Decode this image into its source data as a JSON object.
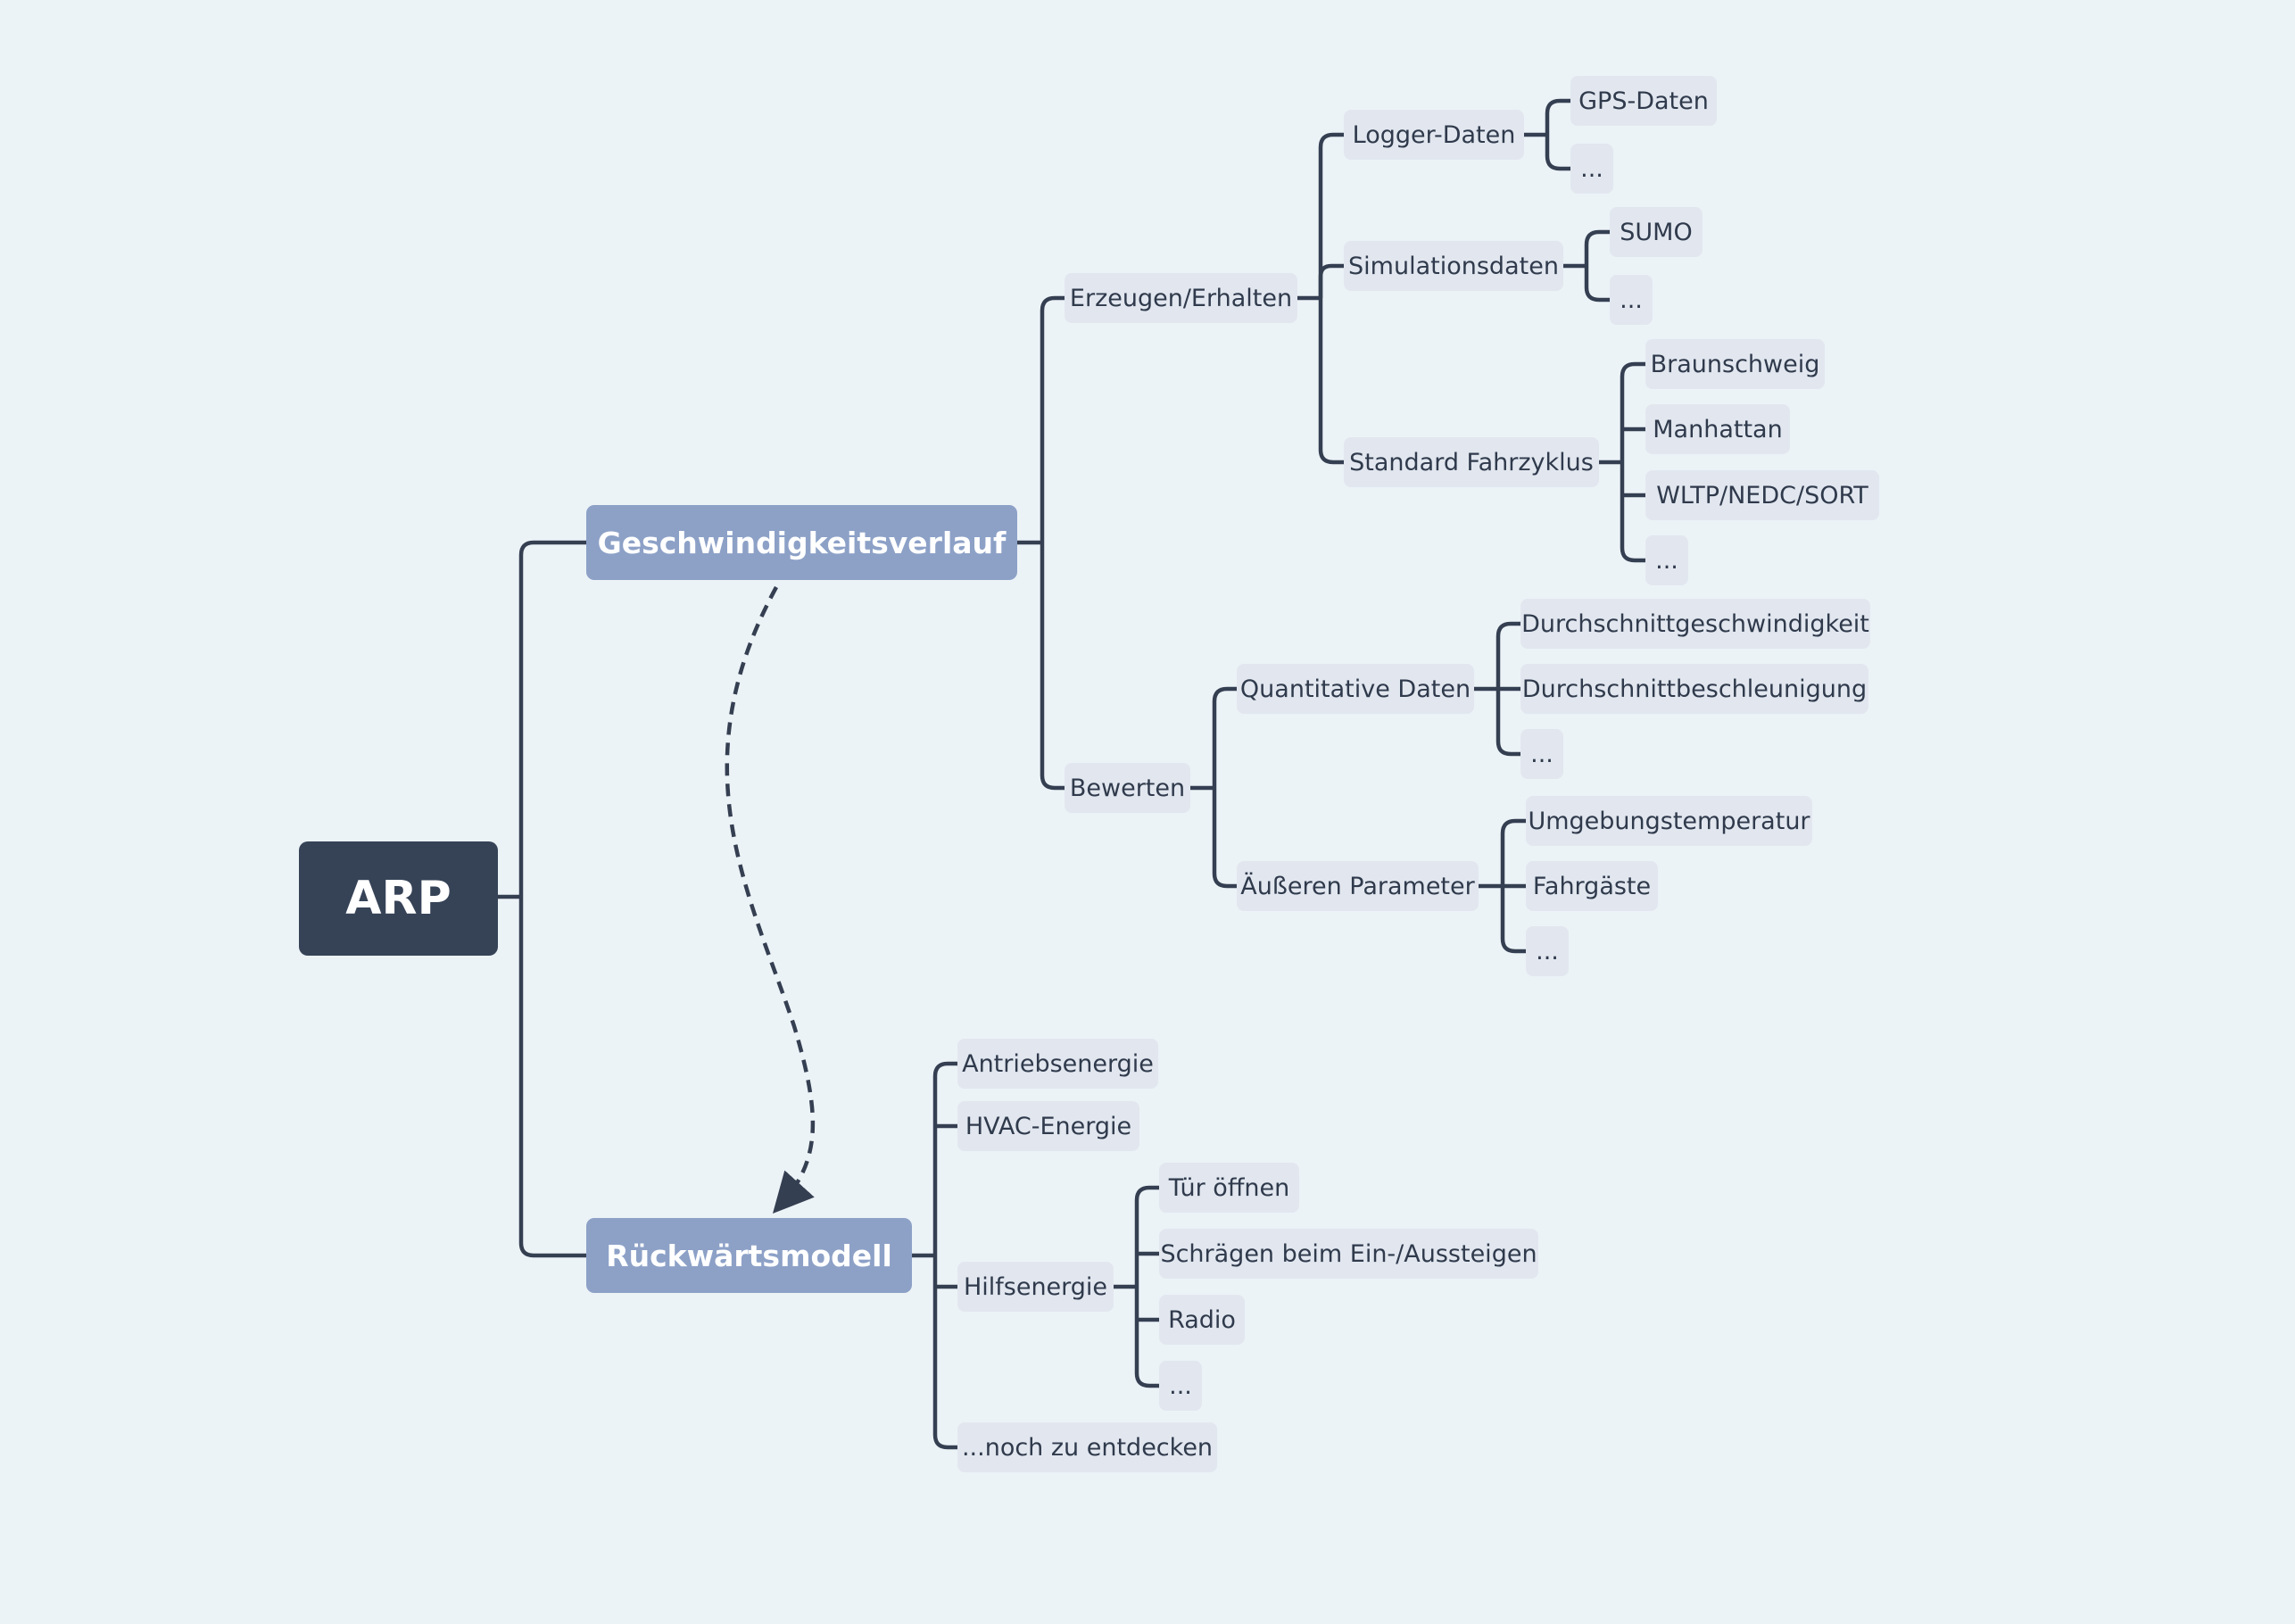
{
  "diagram": {
    "colors": {
      "background": "#ecf3f7",
      "root": "#364357",
      "main_topic": "#8da1c7",
      "subtopic": "#e2e7ef",
      "line": "#353f52"
    },
    "root": {
      "label": "ARP"
    },
    "main_topics": {
      "speed": {
        "label": "Geschwindigkeitsverlauf"
      },
      "backward": {
        "label": "Rückwärtsmodell"
      }
    },
    "speed": {
      "create": {
        "label": "Erzeugen/Erhalten",
        "logger": {
          "label": "Logger-Daten",
          "children": [
            "GPS-Daten",
            "..."
          ]
        },
        "sim": {
          "label": "Simulationsdaten",
          "children": [
            "SUMO",
            "..."
          ]
        },
        "cycle": {
          "label": "Standard Fahrzyklus",
          "children": [
            "Braunschweig",
            "Manhattan",
            "WLTP/NEDC/SORT",
            "..."
          ]
        }
      },
      "evaluate": {
        "label": "Bewerten",
        "quant": {
          "label": "Quantitative Daten",
          "children": [
            "Durchschnittgeschwindigkeit",
            "Durchschnittbeschleunigung",
            "..."
          ]
        },
        "params": {
          "label": "Äußeren Parameter",
          "children": [
            "Umgebungstemperatur",
            "Fahrgäste",
            "..."
          ]
        }
      }
    },
    "backward": {
      "drive": {
        "label": "Antriebsenergie"
      },
      "hvac": {
        "label": "HVAC-Energie"
      },
      "aux": {
        "label": "Hilfsenergie",
        "children": [
          "Tür öffnen",
          "Schrägen beim Ein-/Aussteigen",
          "Radio",
          "..."
        ]
      },
      "more": {
        "label": "...noch zu entdecken"
      }
    },
    "relationship": {
      "from": "Geschwindigkeitsverlauf",
      "to": "Rückwärtsmodell",
      "style": "dashed-arrow"
    }
  }
}
